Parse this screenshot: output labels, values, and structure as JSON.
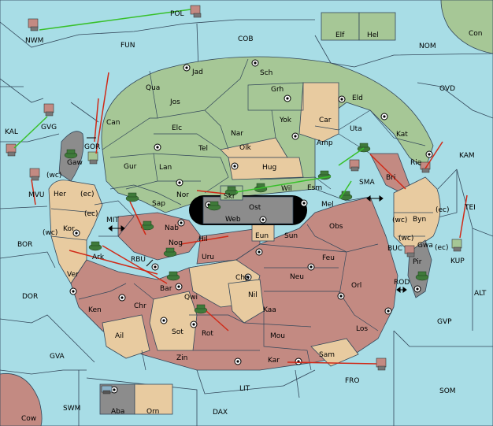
{
  "colors": {
    "sea": "#a8dde6",
    "green": "#a6c796",
    "tan": "#e8cba0",
    "red": "#c38a82",
    "grey": "#8c8c8c",
    "army": "#3f7a3a",
    "support_green": "#38c02a",
    "attack_red": "#d02a18"
  },
  "sea_labels": {
    "nwm": "NWM",
    "pol": "POL",
    "fun": "FUN",
    "cob": "COB",
    "nom": "NOM",
    "ovd": "OVD",
    "kal": "KAL",
    "kam": "KAM",
    "tei": "TEI",
    "mit": "MIT",
    "rbu": "RBU",
    "bor": "BOR",
    "dor": "DOR",
    "sma": "SMA",
    "buc": "BUC",
    "rod": "ROD",
    "alt": "ALT",
    "gvp": "GVP",
    "gva": "GVA",
    "lit": "LIT",
    "fro": "FRO",
    "som": "SOM",
    "swm": "SWM",
    "dax": "DAX"
  },
  "land_labels": {
    "elf": "Elf",
    "hel": "Hel",
    "con": "Con",
    "jad": "Jad",
    "sch": "Sch",
    "qua": "Qua",
    "jos": "Jos",
    "grh": "Grh",
    "eld": "Eld",
    "can": "Can",
    "yok": "Yok",
    "car": "Car",
    "uta": "Uta",
    "kat": "Kat",
    "elc": "Elc",
    "nar": "Nar",
    "amp": "Amp",
    "gvg": "GVG",
    "gor": "GOR",
    "gaw": "Gaw",
    "tel": "Tel",
    "olk": "Olk",
    "rie": "Rie",
    "gur": "Gur",
    "lan": "Lan",
    "hug": "Hug",
    "bri": "Bri",
    "her": "Her",
    "nor": "Nor",
    "skr": "Skr",
    "wil": "Wil",
    "esm": "Esm",
    "sap": "Sap",
    "web": "Web",
    "ost": "Ost",
    "mel": "Mel",
    "byn": "Byn",
    "kor": "Kor",
    "nab": "Nab",
    "eun": "Eun",
    "sun": "Sun",
    "obs": "Obs",
    "gwa": "Gwa",
    "hil": "Hil",
    "ark": "Ark",
    "nog": "Nog",
    "uru": "Uru",
    "feu": "Feu",
    "pir": "Pir",
    "ver": "Ver",
    "chp": "Chp",
    "neu": "Neu",
    "orl": "Orl",
    "bar": "Bar",
    "nil": "Nil",
    "qwi": "Qwi",
    "ken": "Ken",
    "chr": "Chr",
    "kaa": "Kaa",
    "ail": "Ail",
    "sot": "Sot",
    "rot": "Rot",
    "mou": "Mou",
    "los": "Los",
    "zin": "Zin",
    "kar": "Kar",
    "sam": "Sam",
    "mvu": "MVU",
    "kup": "KUP",
    "aba": "Aba",
    "orn": "Orn",
    "cow": "Cow"
  },
  "coast_labels": {
    "wc1": "(wc)",
    "ec1": "(ec)",
    "ec2": "(ec)",
    "wc2": "(wc)",
    "wc3": "(wc)",
    "ec3": "(ec)",
    "wc4": "(wc)",
    "ec4": "(ec)"
  }
}
